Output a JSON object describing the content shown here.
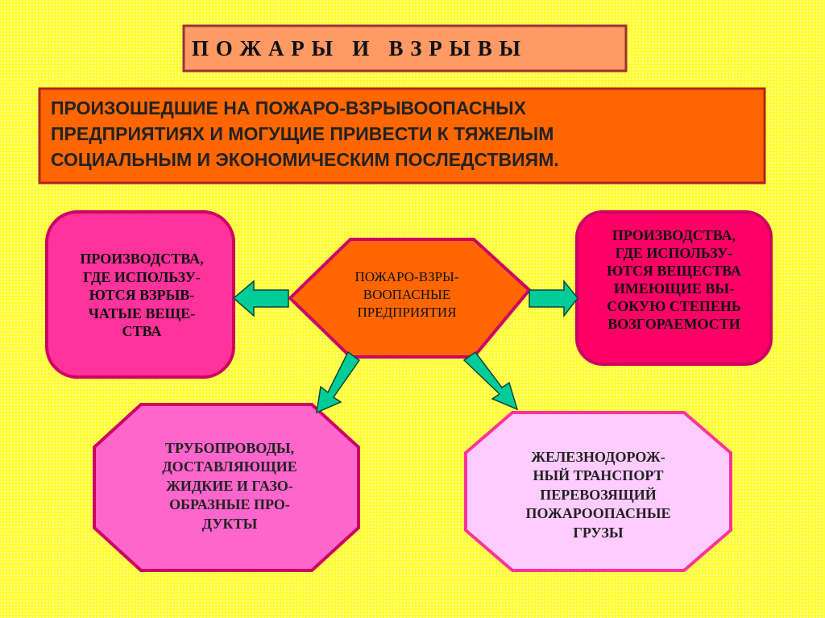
{
  "title": "П О Ж А Р Ы   И   В З Р Ы В Ы",
  "subtitle": [
    "ПРОИЗОШЕДШИЕ НА ПОЖАРО-ВЗРЫВООПАСНЫХ",
    "ПРЕДПРИЯТИЯХ И МОГУЩИЕ ПРИВЕСТИ К ТЯЖЕЛЫМ",
    "СОЦИАЛЬНЫМ И ЭКОНОМИЧЕСКИМ ПОСЛЕДСТВИЯМ."
  ],
  "center": [
    "ПОЖАРО-ВЗРЫ-",
    "ВООПАСНЫЕ",
    "ПРЕДПРИЯТИЯ"
  ],
  "left_box": [
    "ПРОИЗВОДСТВА,",
    "ГДЕ ИСПОЛЬЗУ-",
    "ЮТСЯ ВЗРЫВ-",
    "ЧАТЫЕ ВЕЩЕ-",
    "СТВА"
  ],
  "right_box": [
    "ПРОИЗВОДСТВА,",
    "ГДЕ ИСПОЛЬЗУ-",
    "ЮТСЯ ВЕЩЕСТВА",
    "ИМЕЮЩИЕ ВЫ-",
    "СОКУЮ СТЕПЕНЬ",
    "ВОЗГОРАЕМОСТИ"
  ],
  "bottom_left": [
    "ТРУБОПРОВОДЫ,",
    "ДОСТАВЛЯЮЩИЕ",
    "ЖИДКИЕ И ГАЗО-",
    "ОБРАЗНЫЕ ПРО-",
    "ДУКТЫ"
  ],
  "bottom_right": [
    "ЖЕЛЕЗНОДОРОЖ-",
    "НЫЙ ТРАНСПОРТ",
    "ПЕРЕВОЗЯЩИЙ",
    "ПОЖАРООПАСНЫЕ",
    "ГРУЗЫ"
  ],
  "colors": {
    "background": "#FFFF33",
    "title_fill": "#FF9966",
    "subtitle_fill": "#FF6600",
    "center_fill": "#FF6600",
    "left_fill": "#FF3399",
    "right_fill": "#FF0066",
    "bl_fill": "#FF66CC",
    "br_fill": "#FFCCFF",
    "arrow": "#00CC99"
  }
}
